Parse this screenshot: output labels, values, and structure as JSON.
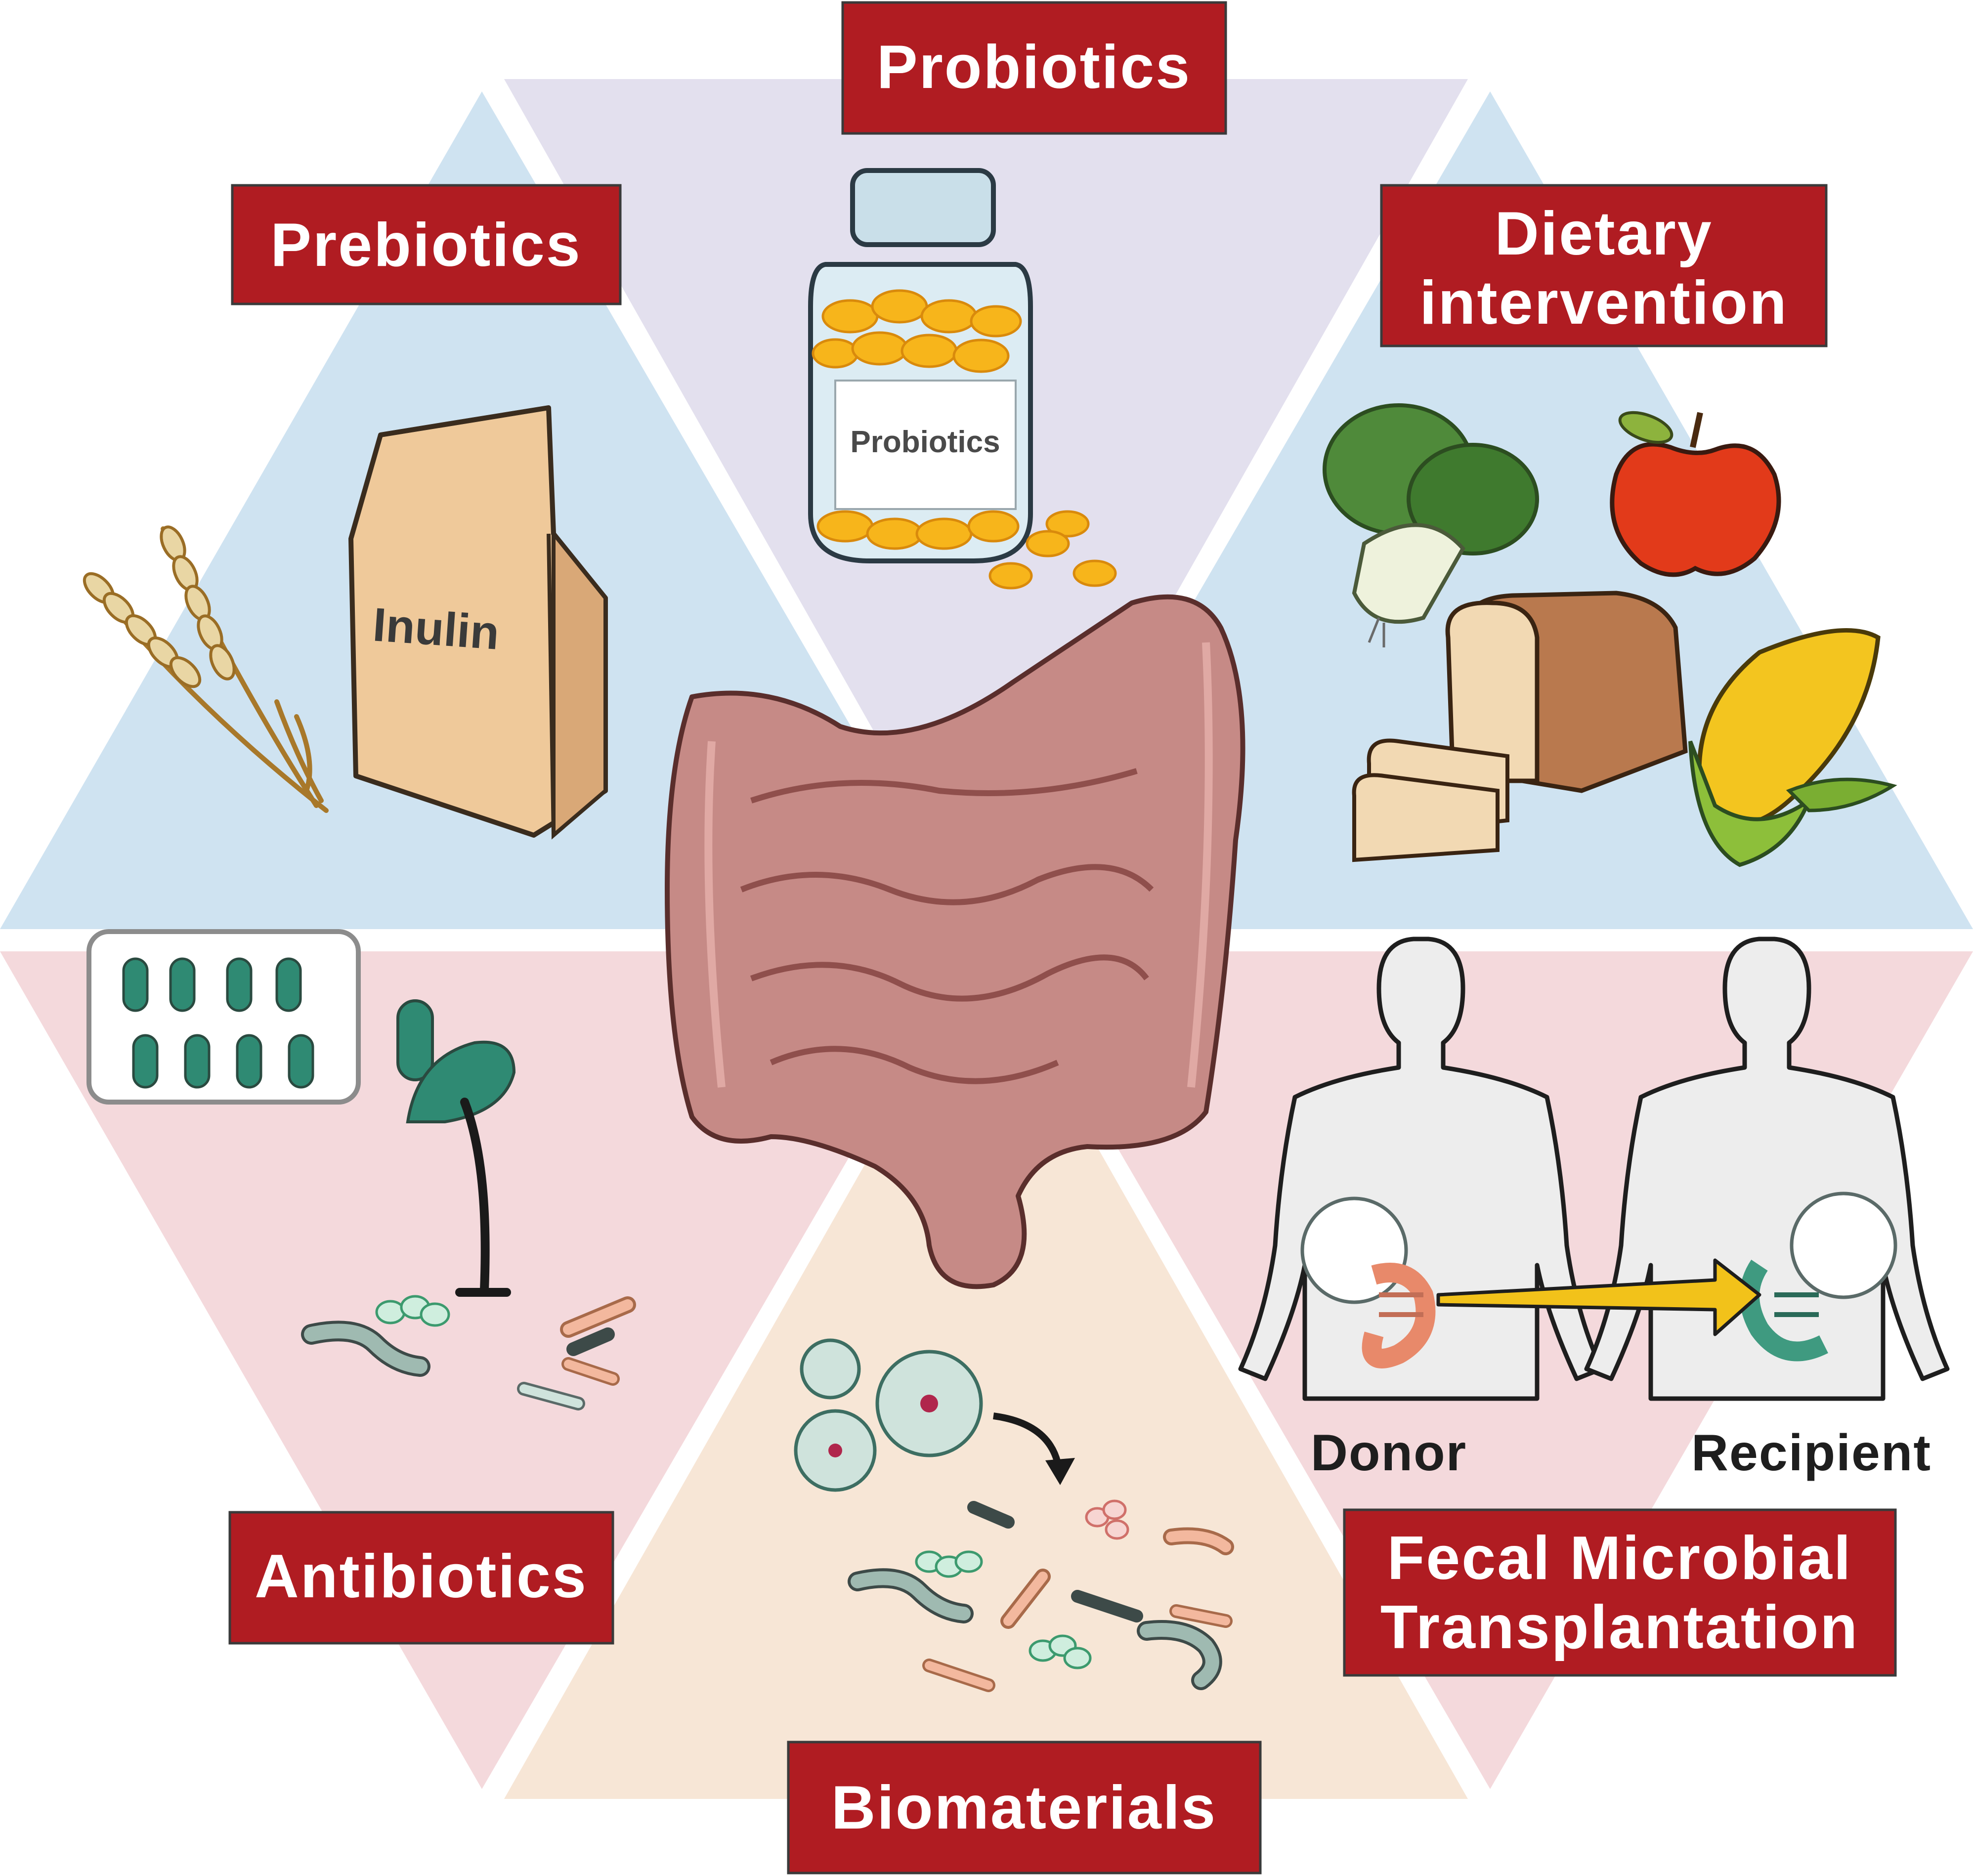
{
  "labels": {
    "probiotics": "Probiotics",
    "prebiotics": "Prebiotics",
    "dietary_line1": "Dietary",
    "dietary_line2": "intervention",
    "antibiotics": "Antibiotics",
    "biomaterials": "Biomaterials",
    "fmt_line1": "Fecal Microbial",
    "fmt_line2": "Transplantation"
  },
  "items": {
    "bottle_label": "Probiotics",
    "bag_label": "Inulin",
    "donor": "Donor",
    "recipient": "Recipient"
  },
  "colors": {
    "label_red": "#b01c22",
    "sector_blue": "#cfe3f1",
    "sector_lavender": "#e3e0ee",
    "sector_pink": "#f4d9dc",
    "sector_peach": "#f7e6d6",
    "intestine": "#c68a86",
    "arrow_yellow": "#f2c21a"
  }
}
